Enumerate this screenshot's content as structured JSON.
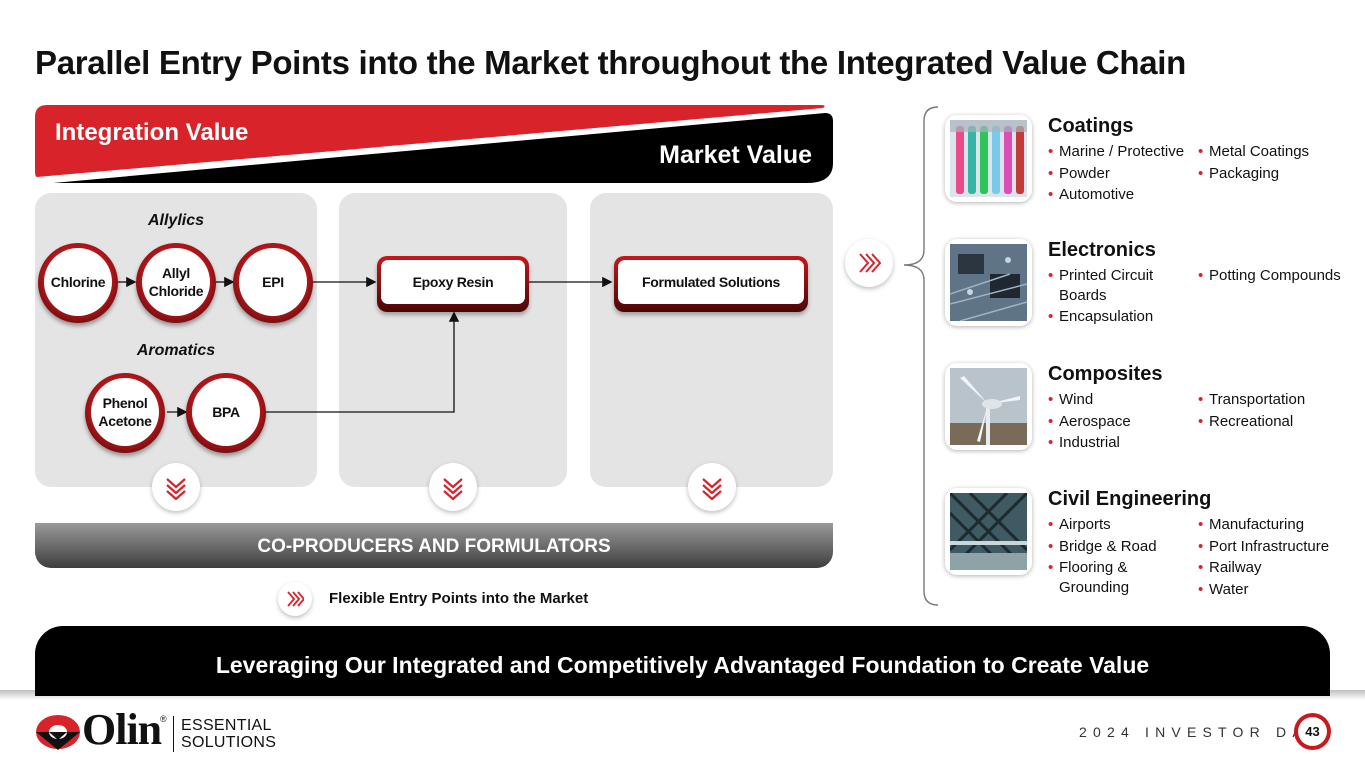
{
  "title": "Parallel Entry Points into the Market throughout the Integrated Value Chain",
  "banner": {
    "integration_label": "Integration Value",
    "market_label": "Market Value"
  },
  "allylics": {
    "label": "Allylics",
    "nodes": [
      "Chlorine",
      "Allyl Chloride",
      "EPI"
    ]
  },
  "aromatics": {
    "label": "Aromatics",
    "nodes": [
      "Phenol Acetone",
      "BPA"
    ]
  },
  "boxes": {
    "epoxy": "Epoxy Resin",
    "formulated": "Formulated Solutions"
  },
  "coproducers": "CO-PRODUCERS AND FORMULATORS",
  "legend": "Flexible Entry Points into the Market",
  "markets": [
    {
      "title": "Coatings",
      "col_a": [
        "Marine / Protective",
        "Powder",
        "Automotive"
      ],
      "col_b": [
        "Metal Coatings",
        "Packaging"
      ]
    },
    {
      "title": "Electronics",
      "col_a": [
        "Printed Circuit Boards",
        "Encapsulation"
      ],
      "col_b": [
        "Potting Compounds"
      ]
    },
    {
      "title": "Composites",
      "col_a": [
        "Wind",
        "Aerospace",
        "Industrial"
      ],
      "col_b": [
        "Transportation",
        "Recreational"
      ]
    },
    {
      "title": "Civil Engineering",
      "col_a": [
        "Airports",
        "Bridge & Road",
        "Flooring & Grounding"
      ],
      "col_b": [
        "Manufacturing",
        "Port Infrastructure",
        "Railway",
        "Water"
      ]
    }
  ],
  "bottom_bar": "Leveraging Our Integrated and Competitively Advantaged Foundation to Create Value",
  "logo": {
    "wordmark": "Olin",
    "registered": "®",
    "sub_line1": "ESSENTIAL",
    "sub_line2": "SOLUTIONS"
  },
  "footer": {
    "event": "2024 INVESTOR DAY",
    "page": "43"
  },
  "colors": {
    "accent": "#d9232a",
    "dark_red": "#4a0606",
    "panel": "#e4e4e4"
  },
  "icons": [
    "double-chevron-right-icon",
    "double-chevron-down-icon"
  ]
}
